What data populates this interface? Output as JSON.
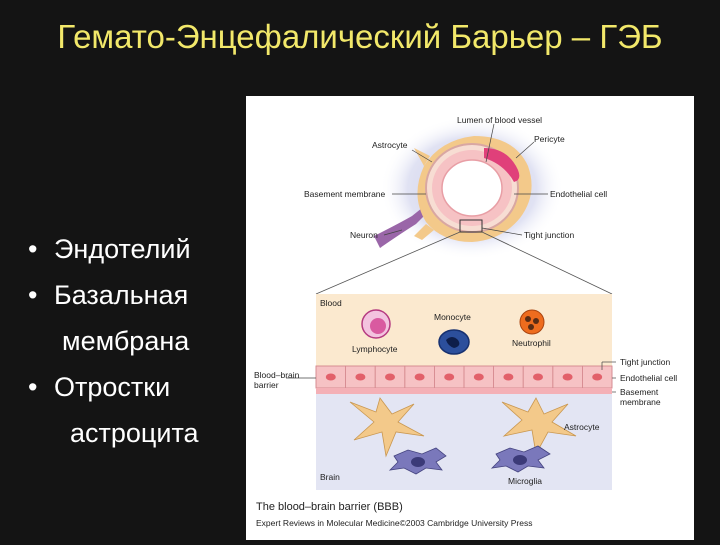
{
  "slide": {
    "title": "Гемато-Энцефалический Барьер – ГЭБ",
    "bullets": [
      {
        "marker": "•",
        "text": "Эндотелий"
      },
      {
        "marker": "•",
        "text": "Базальная"
      },
      {
        "marker": "",
        "text": "мембрана"
      },
      {
        "marker": "•",
        "text": "Отростки"
      },
      {
        "marker": "",
        "text": "астроцита"
      }
    ]
  },
  "figure": {
    "top_labels": {
      "lumen": "Lumen of blood vessel",
      "astrocyte": "Astrocyte",
      "pericyte": "Pericyte",
      "basement": "Basement membrane",
      "endothelial": "Endothelial cell",
      "neuron": "Neuron",
      "tight": "Tight junction"
    },
    "bottom_labels": {
      "blood": "Blood",
      "monocyte": "Monocyte",
      "lymphocyte": "Lymphocyte",
      "neutrophil": "Neutrophil",
      "bbb_line1": "Blood–brain",
      "bbb_line2": "barrier",
      "tight": "Tight junction",
      "endothelial": "Endothelial cell",
      "basement_line1": "Basement",
      "basement_line2": "membrane",
      "astrocyte": "Astrocyte",
      "brain": "Brain",
      "microglia": "Microglia"
    },
    "caption": "The blood–brain barrier (BBB)",
    "credit": "Expert Reviews in Molecular Medicine©2003 Cambridge University Press",
    "colors": {
      "blood_bg": "#fbe9cf",
      "brain_bg": "#e3e5f3",
      "endothelium": "#f6c2c4",
      "nucleus": "#e2606a",
      "astrocyte": "#f3c98a",
      "pericyte": "#e0407a",
      "neuron": "#9a66a8",
      "monocyte": "#2c4f9c",
      "neutrophil": "#ee6c1e",
      "microglia": "#5d5da0"
    }
  }
}
